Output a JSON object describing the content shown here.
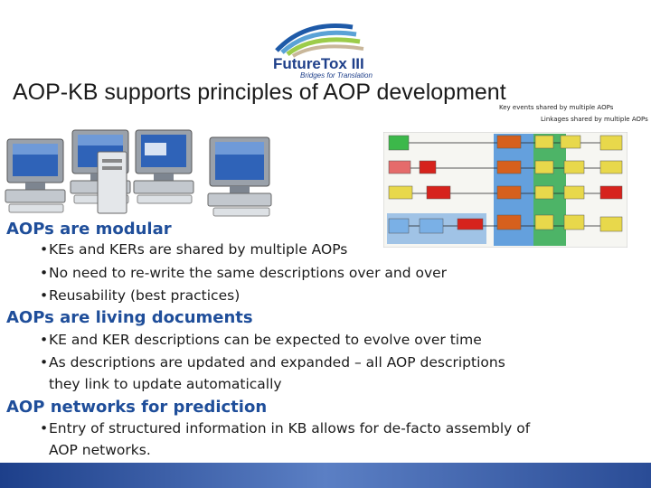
{
  "logo": {
    "name": "FutureTox III",
    "tagline": "Bridges for Translation"
  },
  "title": "AOP-KB supports principles of AOP development",
  "diagram": {
    "annotation_top": "Key events shared by multiple AOPs",
    "annotation_bottom": "Linkages shared by multiple AOPs"
  },
  "sections": [
    {
      "heading": "AOPs are modular",
      "bullets": [
        "KEs and KERs are shared by multiple AOPs",
        "No need to re-write the same descriptions over and over",
        "Reusability (best practices)"
      ]
    },
    {
      "heading": "AOPs are living documents",
      "bullets": [
        "KE and KER descriptions can be expected to evolve over time",
        "As descriptions are updated and expanded – all AOP descriptions",
        "they link to update automatically"
      ]
    },
    {
      "heading": "AOP networks for prediction",
      "bullets": [
        "Entry of structured information in KB allows for de-facto assembly of",
        "AOP networks."
      ]
    }
  ],
  "colors": {
    "heading": "#1f4e9a",
    "bar": "#1d3f8a",
    "highlight_blue": "#4a90d9",
    "highlight_green": "#2fa84f"
  }
}
